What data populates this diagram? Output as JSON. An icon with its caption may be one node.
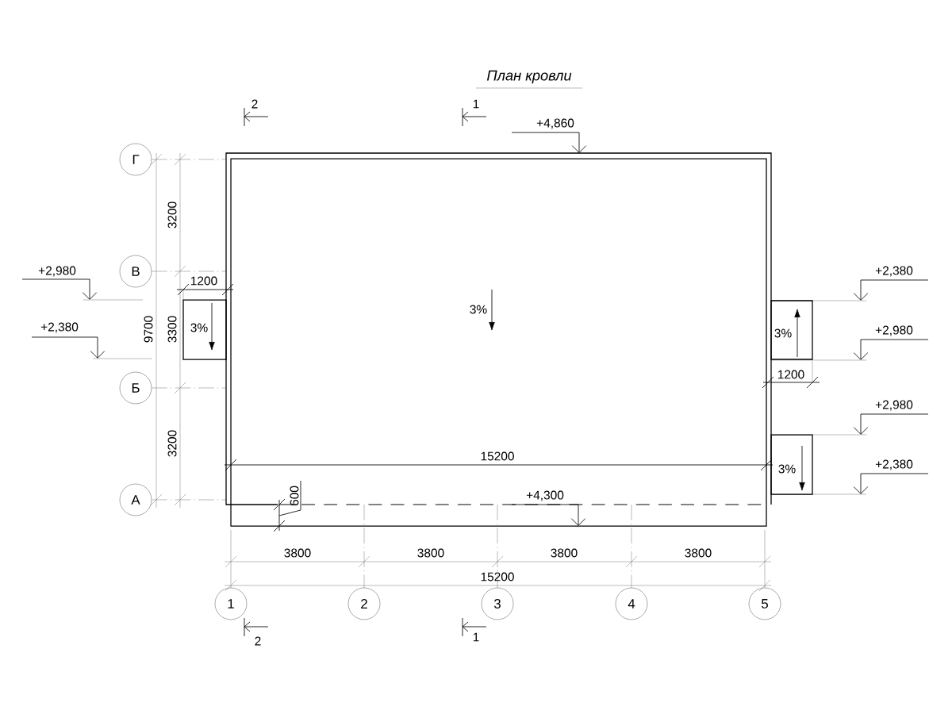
{
  "diagram": {
    "title": "План кровли",
    "nodes": [
      {
        "text": [
          "3%"
        ]
      },
      {
        "text": [
          "3%"
        ]
      },
      {
        "text": [
          "3%"
        ]
      },
      {
        "text": [
          "3%"
        ]
      },
      {
        "text": [
          "Г"
        ]
      },
      {
        "text": [
          "В"
        ]
      },
      {
        "text": [
          "Б"
        ]
      },
      {
        "text": [
          "А"
        ]
      },
      {
        "text": [
          "1"
        ]
      },
      {
        "text": [
          "2"
        ]
      },
      {
        "text": [
          "3"
        ]
      },
      {
        "text": [
          "4"
        ]
      },
      {
        "text": [
          "5"
        ]
      }
    ],
    "labels": [
      "2",
      "1",
      "+4,860",
      "+2,380",
      "3200",
      "+2,980",
      "1200",
      "+2,980",
      "9700",
      "3300",
      "+2,380",
      "1200",
      "+2,980",
      "3200",
      "15200",
      "+2,380",
      "600",
      "+4,300",
      "3800",
      "3800",
      "3800",
      "3800",
      "15200",
      "2",
      "1"
    ]
  }
}
